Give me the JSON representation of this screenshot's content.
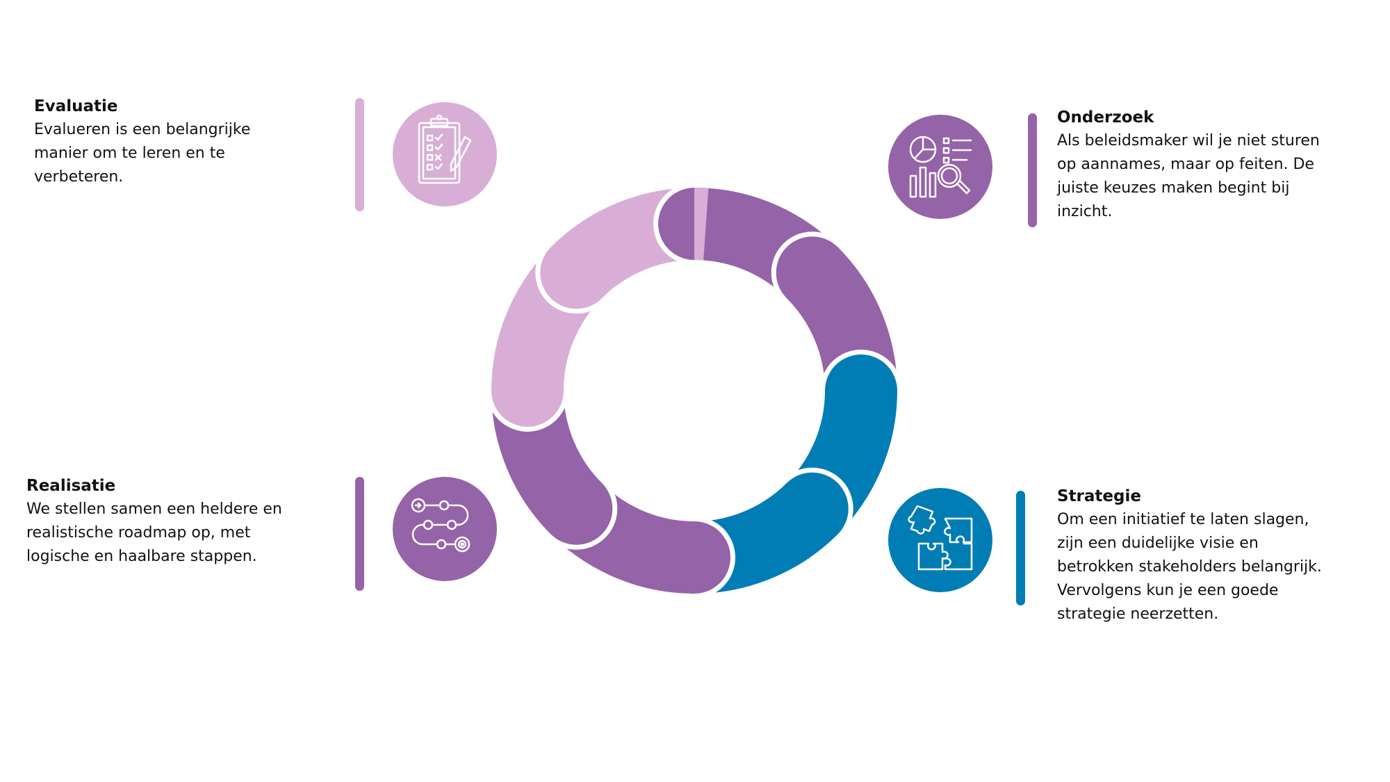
{
  "colors": {
    "purple": "#9563a8",
    "light_purple": "#d8aed6",
    "blue": "#007db5"
  },
  "phases": {
    "evaluatie": {
      "title": "Evaluatie",
      "lines": [
        "Evalueren is een belangrijke",
        "manier om te leren en te",
        "verbeteren."
      ],
      "icon": "clipboard-checklist-icon"
    },
    "onderzoek": {
      "title": "Onderzoek",
      "lines": [
        "Als beleidsmaker wil je niet sturen",
        "op aannames, maar op feiten. De",
        "juiste keuzes maken begint bij",
        "inzicht."
      ],
      "icon": "data-analysis-icon"
    },
    "realisatie": {
      "title": "Realisatie",
      "lines": [
        "We stellen samen een heldere en",
        "realistische roadmap op, met",
        "logische en haalbare stappen."
      ],
      "icon": "roadmap-path-icon"
    },
    "strategie": {
      "title": "Strategie",
      "lines": [
        "Om een initiatief te laten slagen,",
        "zijn een duidelijke visie en",
        "betrokken stakeholders belangrijk.",
        "Vervolgens kun je een goede",
        "strategie neerzetten."
      ],
      "icon": "puzzle-icon"
    }
  },
  "cycle_segments": [
    "purple",
    "purple",
    "blue",
    "blue",
    "purple",
    "purple",
    "light_purple",
    "light_purple"
  ]
}
